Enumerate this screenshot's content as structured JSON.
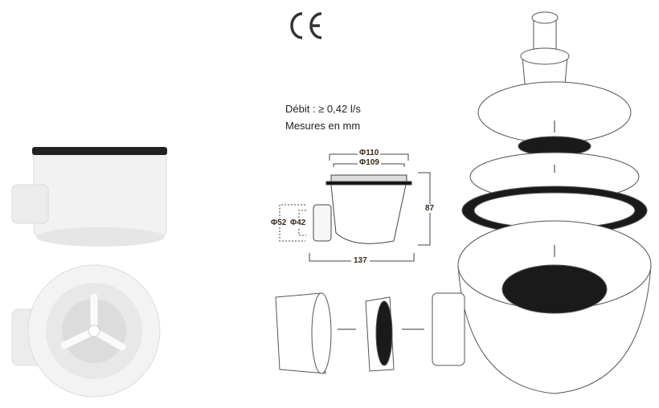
{
  "certification": {
    "mark": "CE"
  },
  "specs": {
    "flow_rate": "Débit : ≥ 0,42 l/s",
    "units": "Mesures en mm"
  },
  "dimensions": {
    "outer_diameter": "Φ110",
    "inner_diameter": "Φ109",
    "height": "87",
    "length": "137",
    "outlet_outer": "Φ52",
    "outlet_inner": "Φ42"
  },
  "colors": {
    "dimension_text": "#3a2a1a",
    "gasket": "#1a1a1a"
  }
}
